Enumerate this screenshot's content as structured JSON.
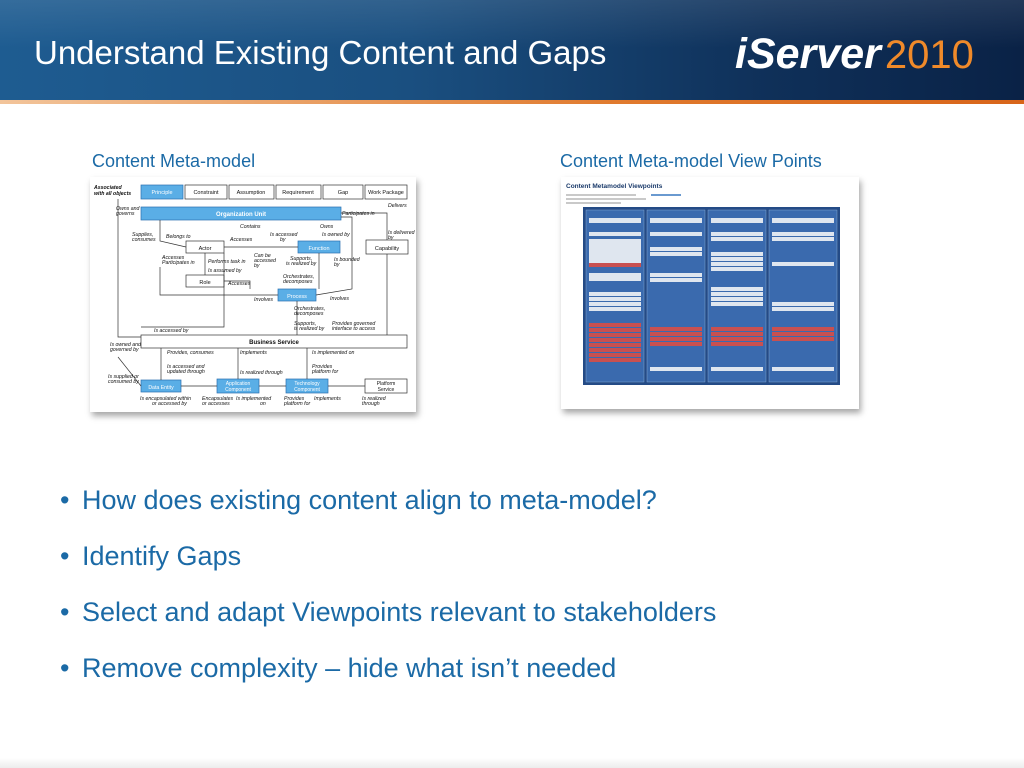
{
  "slide": {
    "title": "Understand Existing Content and Gaps"
  },
  "brand": {
    "name": "iServer",
    "year": "2010",
    "accent_color": "#f08a2a"
  },
  "figures": {
    "left_caption": "Content Meta-model",
    "right_caption": "Content Meta-model View Points",
    "metamodel": {
      "top_row": [
        "Associated with all objects",
        "Principle",
        "Constraint",
        "Assumption",
        "Requirement",
        "Gap",
        "Work Package"
      ],
      "nodes": {
        "organization_unit": "Organization Unit",
        "actor": "Actor",
        "role": "Role",
        "function": "Function",
        "process": "Process",
        "capability": "Capability",
        "business_service": "Business Service",
        "data_entity": "Data Entity",
        "application_component": "Application Component",
        "technology_component": "Technology Component",
        "platform_service": "Platform Service"
      },
      "relations": [
        "Owns and governs",
        "Participates in",
        "Delivers",
        "Contains",
        "Owns",
        "Supplies, consumes",
        "Belongs to",
        "Accesses",
        "Is accessed by",
        "Is owned by",
        "Is delivered by",
        "Performs task in",
        "Can be accessed by",
        "Supports, is realized by",
        "Is bounded by",
        "Is assumed by",
        "Orchestrates, decomposes",
        "Involves",
        "Is accessed by",
        "Orchestrates, decomposes",
        "Supports, is realized by",
        "Provides governed interface to access",
        "Is owned and governed by",
        "Provides, consumes",
        "Implements",
        "Is implemented on",
        "Is accessed and updated through",
        "Is realized through",
        "Provides platform for",
        "Is supplied or consumed by",
        "Is encapsulated within or accessed by",
        "Encapsulates or accesses",
        "Is implemented on",
        "Provides platform for",
        "Implements",
        "Is realized through"
      ]
    },
    "viewpoints": {
      "title": "Content Metamodel Viewpoints"
    }
  },
  "bullets": [
    "How does existing content align to meta-model?",
    "Identify Gaps",
    "Select and adapt Viewpoints relevant to stakeholders",
    "Remove complexity – hide what isn’t needed"
  ]
}
